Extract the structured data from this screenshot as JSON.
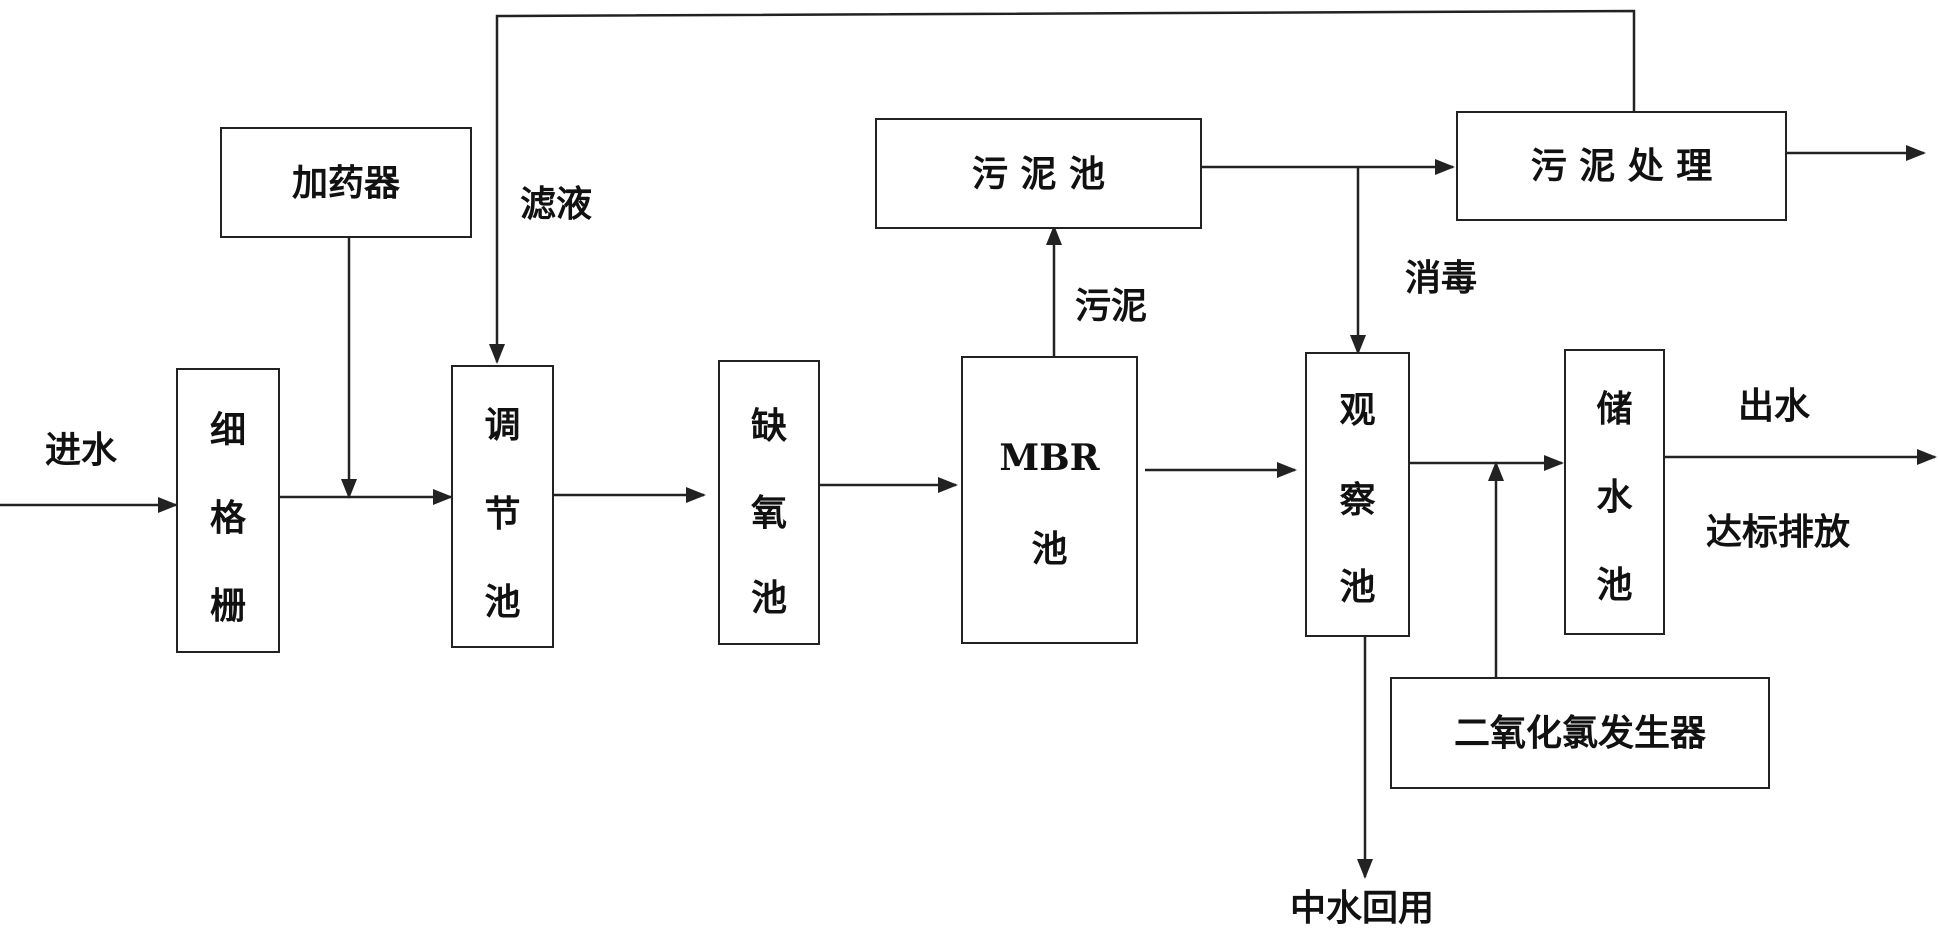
{
  "boxes": {
    "dosing": "加药器",
    "sludge_tank": "污 泥 池",
    "sludge_treatment": "污 泥 处 理",
    "chlorine_generator": "二氧化氯发生器",
    "fine_screen": [
      "细",
      "格",
      "栅"
    ],
    "regulating_tank": [
      "调",
      "节",
      "池"
    ],
    "anoxic_tank": [
      "缺",
      "氧",
      "池"
    ],
    "mbr_tank": [
      "MBR",
      "池"
    ],
    "observation_tank": [
      "观",
      "察",
      "池"
    ],
    "storage_tank": [
      "储",
      "水",
      "池"
    ]
  },
  "labels": {
    "inflow": "进水",
    "filtrate": "滤液",
    "sludge": "污泥",
    "disinfection": "消毒",
    "outflow": "出水",
    "discharge": "达标排放",
    "reuse": "中水回用"
  }
}
